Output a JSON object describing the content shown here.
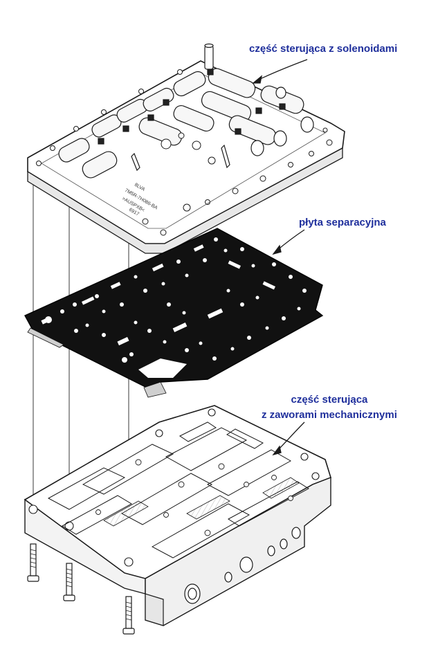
{
  "labels": {
    "solenoid_section": "część sterująca z solenoidami",
    "separator_plate": "płyta separacyjna",
    "mechanical_section_line1": "część sterująca",
    "mechanical_section_line2": "z zaworami mechanicznymi"
  },
  "plate_markings": [
    "8LVA",
    "7M5R-7H086-BA",
    ">AUSPXB<",
    "6917"
  ],
  "colors": {
    "label_text": "#1f2f9c",
    "line_art": "#1a1a1a",
    "separator_plate_fill": "#111111",
    "body_fill": "#ffffff"
  }
}
